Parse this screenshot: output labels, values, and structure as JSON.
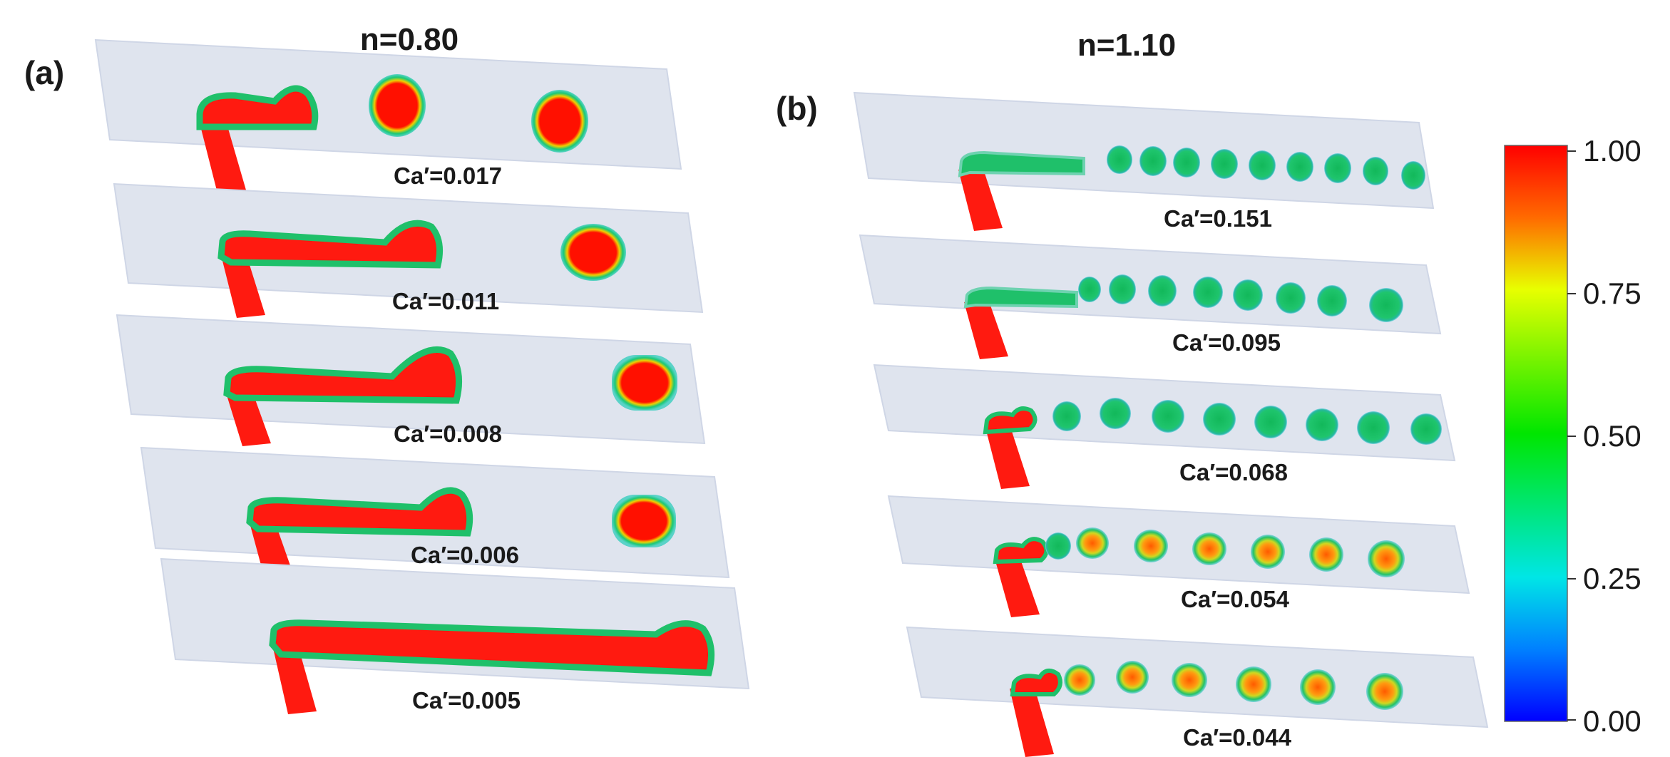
{
  "panel_a": {
    "label": "(a)",
    "title": "n=0.80",
    "cases": [
      {
        "ca": "Ca′=0.017"
      },
      {
        "ca": "Ca′=0.011"
      },
      {
        "ca": "Ca′=0.008"
      },
      {
        "ca": "Ca′=0.006"
      },
      {
        "ca": "Ca′=0.005"
      }
    ]
  },
  "panel_b": {
    "label": "(b)",
    "title": "n=1.10",
    "cases": [
      {
        "ca": "Ca′=0.151"
      },
      {
        "ca": "Ca′=0.095"
      },
      {
        "ca": "Ca′=0.068"
      },
      {
        "ca": "Ca′=0.054"
      },
      {
        "ca": "Ca′=0.044"
      }
    ]
  },
  "colorbar": {
    "ticks": [
      "1.00",
      "0.75",
      "0.50",
      "0.25",
      "0.00"
    ],
    "colors": [
      "#ff0000",
      "#ff8c00",
      "#e8ff00",
      "#00e600",
      "#00e6e6",
      "#0080ff",
      "#0000ff"
    ]
  }
}
